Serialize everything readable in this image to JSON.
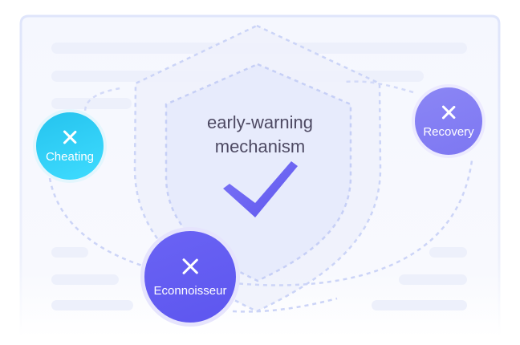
{
  "center": {
    "line1": "early-warning",
    "line2": "mechanism",
    "check_icon": "check-icon"
  },
  "badges": {
    "cheating": {
      "label": "Cheating",
      "icon": "close-icon",
      "color": "#2cc8f0"
    },
    "recovery": {
      "label": "Recovery",
      "icon": "close-icon",
      "color": "#837df3"
    },
    "econnoisseur": {
      "label": "Econnoisseur",
      "icon": "close-icon",
      "color": "#625bf2"
    }
  },
  "colors": {
    "shield_fill": "#eceffd",
    "dashed_line": "#c9d2f7",
    "check": "#6a61f2",
    "panel_border": "#e4e9fb",
    "placeholder_bar": "#eef1fb"
  }
}
